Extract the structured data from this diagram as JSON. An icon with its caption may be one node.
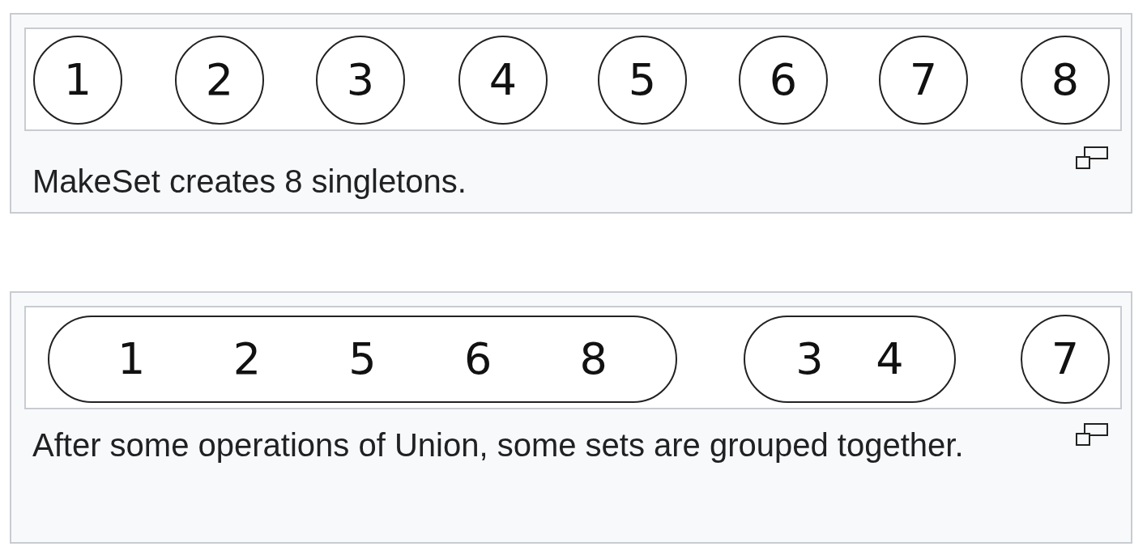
{
  "diagram": {
    "nodes": [
      {
        "text": [
          "MakeSet creates 8 singletons."
        ]
      },
      {
        "text": [
          "1"
        ],
        "in": 0
      },
      {
        "text": [
          "2"
        ],
        "in": 0
      },
      {
        "text": [
          "3"
        ],
        "in": 0
      },
      {
        "text": [
          "4"
        ],
        "in": 0
      },
      {
        "text": [
          "5"
        ],
        "in": 0
      },
      {
        "text": [
          "6"
        ],
        "in": 0
      },
      {
        "text": [
          "7"
        ],
        "in": 0
      },
      {
        "text": [
          "8"
        ],
        "in": 0
      },
      {
        "text": [
          "After some operations of Union, some sets are grouped together."
        ]
      },
      {
        "text": [
          "1",
          "2",
          "5",
          "6",
          "8"
        ],
        "in": 9
      },
      {
        "text": [
          "3",
          "4"
        ],
        "in": 9
      },
      {
        "text": [
          "7"
        ],
        "in": 9
      }
    ]
  }
}
